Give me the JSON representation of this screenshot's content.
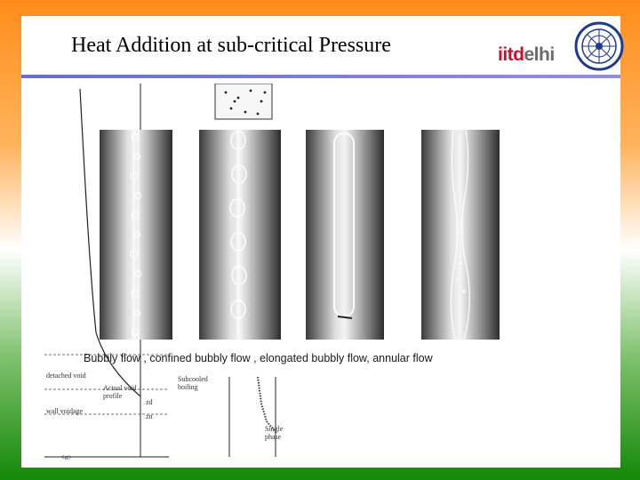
{
  "slide": {
    "title": "Heat Addition at sub-critical Pressure",
    "brand": {
      "part1": "iitd",
      "part2": "elhi"
    },
    "caption": "Bubbly flow ,  confined bubbly flow , elongated bubbly flow, annular flow",
    "diagram_labels": {
      "detached_void": "detached void",
      "actual_void_profile": "Actual void profile",
      "zd": "zd",
      "zn": "zn",
      "wall_voidage": "wall voidage",
      "subcooled_boiling": "Subcooled boiling",
      "single_phase": "Single phase",
      "alpha_axis": "<α>"
    }
  },
  "colors": {
    "saffron": "#ff8c1a",
    "green": "#138808",
    "rule": "#7070d8",
    "brand_red": "#c8102e",
    "brand_grey": "#6a6a6a",
    "emblem_blue": "#1f3a8a"
  },
  "icons": {
    "emblem": "iit-delhi-emblem-icon"
  }
}
